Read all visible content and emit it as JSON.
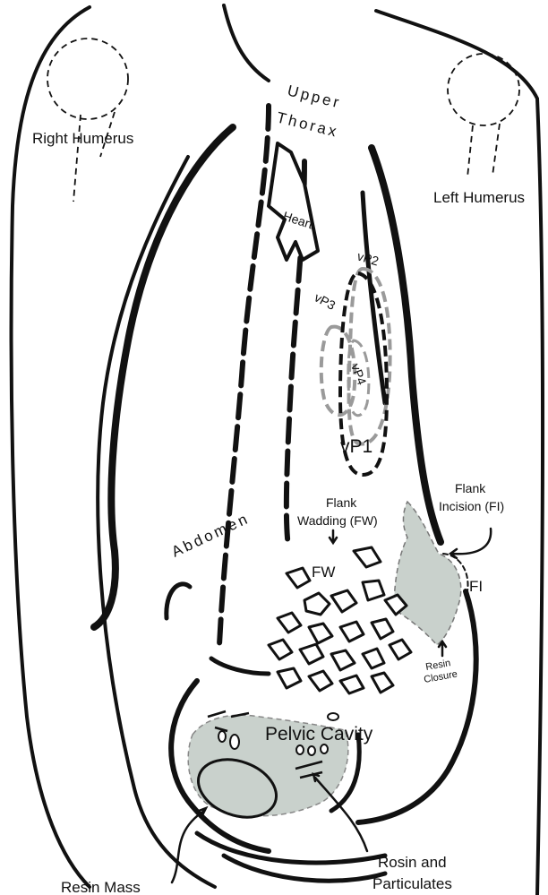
{
  "labels": {
    "upper": "Upper",
    "thorax": "Thorax",
    "right_humerus": "Right Humerus",
    "left_humerus": "Left Humerus",
    "heart": "Heart",
    "vp1": "vP1",
    "vp2": "vP2",
    "vp3": "vP3",
    "vp4": "vP4",
    "abdomen": "Abdomen",
    "flank_wadding_1": "Flank",
    "flank_wadding_2": "Wadding (FW)",
    "flank_incision_1": "Flank",
    "flank_incision_2": "Incision (FI)",
    "fw": "FW",
    "fi": "FI",
    "resin_closure_1": "Resin",
    "resin_closure_2": "Closure",
    "pelvic_cavity": "Pelvic Cavity",
    "resin_mass": "Resin Mass",
    "rosin_1": "Rosin and",
    "rosin_2": "Particulates"
  },
  "colors": {
    "ink": "#111111",
    "resin_fill": "#c9d1cc",
    "vp_gray": "#9a9a9a"
  }
}
